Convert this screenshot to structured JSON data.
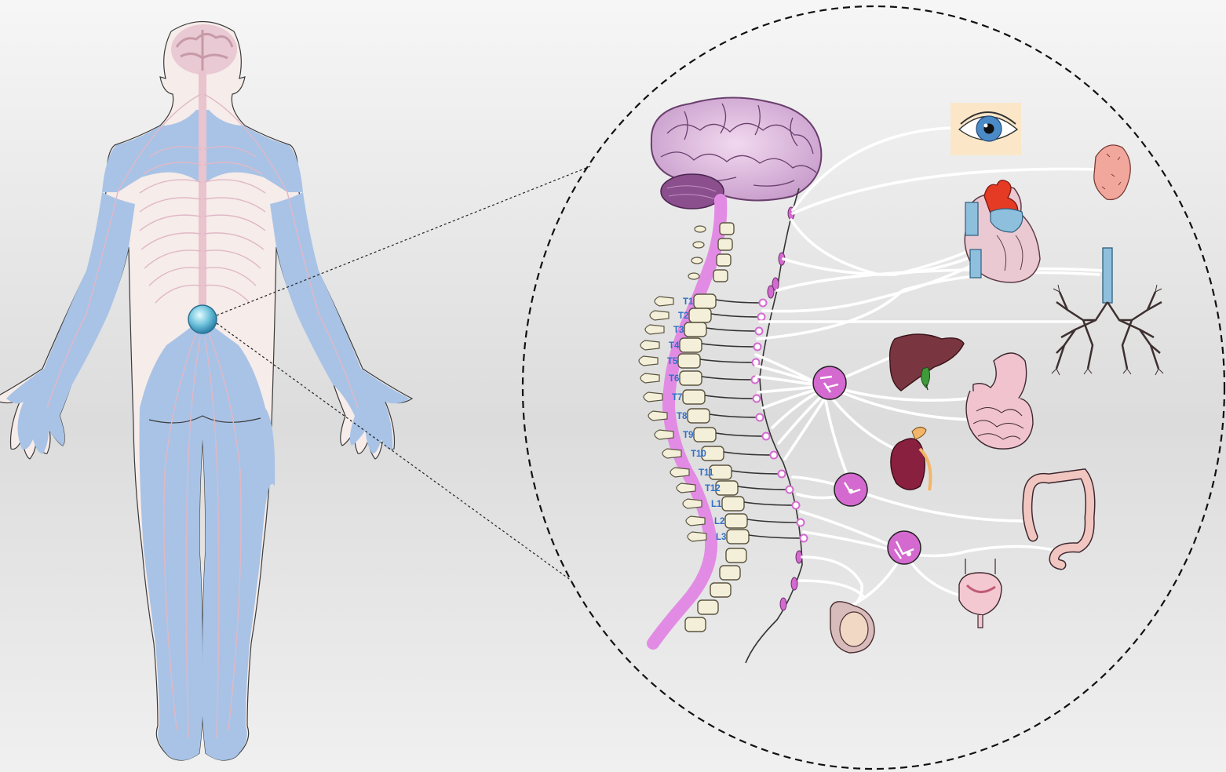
{
  "diagram": {
    "spinal_segments": [
      "T1",
      "T2",
      "T3",
      "T4",
      "T5",
      "T6",
      "T7",
      "T8",
      "T9",
      "T10",
      "T11",
      "T12",
      "L1",
      "L2",
      "L3"
    ],
    "colors": {
      "body_fill": "#f6ece9",
      "sympathetic_region": "#a9c3e6",
      "nerve_pink": "#e0b8c6",
      "spinal_cord": "#e28be4",
      "ganglion": "#d46ad0",
      "fibers": "#ffffff",
      "segment_label": "#2f6fc8",
      "brain": "#d9b5d9"
    },
    "organs": [
      "eye-icon",
      "salivary-gland-icon",
      "heart-icon",
      "lungs-icon",
      "liver-icon",
      "stomach-intestine-icon",
      "kidney-adrenal-icon",
      "colon-icon",
      "bladder-icon",
      "reproductive-organ-icon"
    ]
  }
}
